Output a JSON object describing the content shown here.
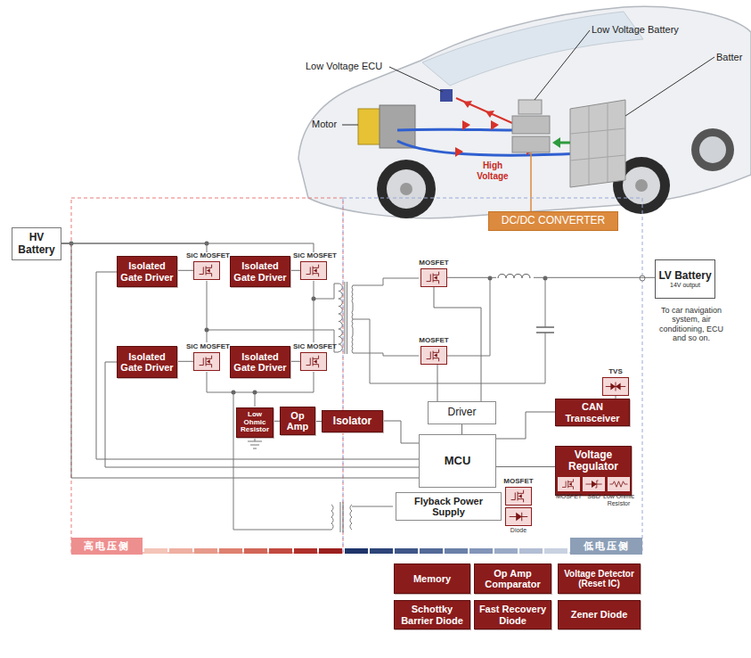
{
  "diagram": {
    "nodes": [
      {
        "text": [
          "DC/DC CONVERTER"
        ]
      },
      {
        "text": [
          "HV Battery"
        ]
      },
      {
        "text": [
          "Isolated Gate Driver"
        ]
      },
      {
        "text": [
          "SiC MOSFET"
        ]
      },
      {
        "text": [
          "Isolated Gate Driver"
        ]
      },
      {
        "text": [
          "SiC MOSFET"
        ]
      },
      {
        "text": [
          "MOSFET"
        ]
      },
      {
        "text": [
          "LV Battery",
          "14V output"
        ]
      },
      {
        "text": [
          "MOSFET"
        ]
      },
      {
        "text": [
          "Isolated Gate Driver"
        ]
      },
      {
        "text": [
          "SiC MOSFET"
        ]
      },
      {
        "text": [
          "Isolated Gate Driver"
        ]
      },
      {
        "text": [
          "SiC MOSFET"
        ]
      },
      {
        "text": [
          "TVS"
        ]
      },
      {
        "text": [
          "Driver"
        ]
      },
      {
        "text": [
          "CAN Transceiver"
        ]
      },
      {
        "text": [
          "Low Ohmic Resistor"
        ]
      },
      {
        "text": [
          "Op Amp"
        ]
      },
      {
        "text": [
          "Isolator"
        ]
      },
      {
        "text": [
          "MCU"
        ]
      },
      {
        "text": [
          "Voltage Regulator"
        ]
      },
      {
        "text": [
          "MOSFET"
        ],
        "in": 20
      },
      {
        "text": [
          "SBD"
        ],
        "in": 20
      },
      {
        "text": [
          "Low Ohmic Resistor"
        ],
        "in": 20
      },
      {
        "text": [
          "MOSFET"
        ]
      },
      {
        "text": [
          "Flyback Power Supply"
        ]
      },
      {
        "text": [
          "Diode"
        ]
      },
      {
        "text": [
          "高电压侧"
        ]
      },
      {
        "text": [
          "低电压侧"
        ]
      },
      {
        "text": [
          "Memory"
        ]
      },
      {
        "text": [
          "Op Amp Comparator"
        ]
      },
      {
        "text": [
          "Voltage Detector (Reset IC)"
        ]
      },
      {
        "text": [
          "Schottky Barrier Diode"
        ]
      },
      {
        "text": [
          "Fast Recovery Diode"
        ]
      },
      {
        "text": [
          "Zener Diode"
        ]
      }
    ],
    "edges": [
      {
        "from": 1,
        "to": 3,
        "arrow": "none"
      },
      {
        "from": 1,
        "to": 5,
        "arrow": "none"
      },
      {
        "from": 2,
        "to": 3,
        "arrow": "none"
      },
      {
        "from": 4,
        "to": 5,
        "arrow": "none"
      },
      {
        "from": 9,
        "to": 10,
        "arrow": "none"
      },
      {
        "from": 11,
        "to": 12,
        "arrow": "none"
      },
      {
        "from": 6,
        "to": 7,
        "arrow": "none"
      },
      {
        "from": 14,
        "to": 6,
        "arrow": "none"
      },
      {
        "from": 14,
        "to": 8,
        "arrow": "none"
      },
      {
        "from": 13,
        "to": 15,
        "arrow": "none"
      },
      {
        "from": 15,
        "to": 19,
        "arrow": "none"
      },
      {
        "from": 16,
        "to": 17,
        "arrow": "none"
      },
      {
        "from": 17,
        "to": 18,
        "arrow": "none"
      },
      {
        "from": 18,
        "to": 19,
        "arrow": "none"
      },
      {
        "from": 14,
        "to": 19,
        "arrow": "none"
      },
      {
        "from": 20,
        "to": 19,
        "arrow": "none"
      },
      {
        "from": 19,
        "to": 2,
        "arrow": "none"
      },
      {
        "from": 19,
        "to": 9,
        "arrow": "none"
      },
      {
        "from": 1,
        "to": 19,
        "arrow": "none"
      }
    ],
    "labels": [
      "Low Voltage Battery",
      "Batter",
      "Low Voltage ECU",
      "Motor",
      "High Voltage",
      "To car navigation system, air conditioning, ECU and so on."
    ]
  }
}
